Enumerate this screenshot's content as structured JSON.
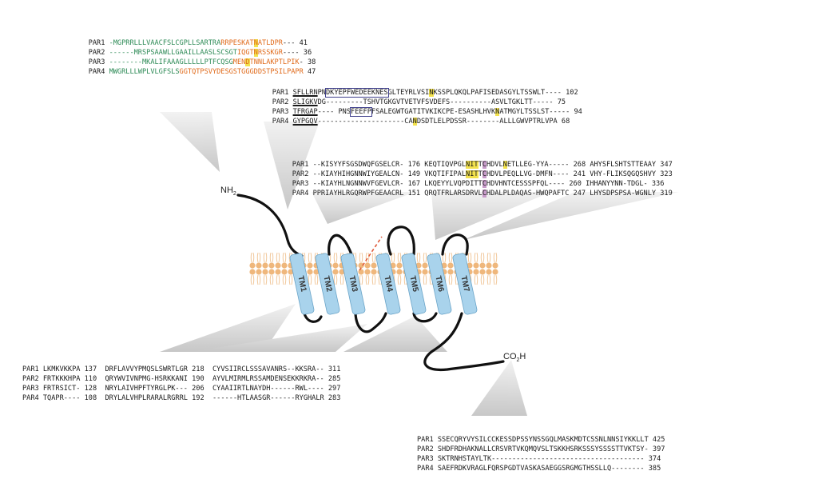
{
  "block_nterm": {
    "rows": [
      {
        "name": "PAR1 ",
        "green": "-MGPRRLLLVAACFSLCGPLLSARTRA",
        "orange_a": "RRPESKAT",
        "hl": "N",
        "orange_b": "ATLDPR",
        "end": "--- 41"
      },
      {
        "name": "PAR2 ",
        "green": "------MRSPSAAWLLGAAILLAASLSCSGT",
        "orange_a": "IQGT",
        "hl": "N",
        "orange_b": "RSSKGR",
        "end": "---- 36"
      },
      {
        "name": "PAR3 ",
        "green": "--------MKALIFAAAGLLLLLPTFCQSG",
        "orange_a": "MEN",
        "hl": "D",
        "orange_b": "TNNLAKPTLPIK",
        "end": "- 38"
      },
      {
        "name": "PAR4 ",
        "green": "MWGRLLLWPLVLGFSLS",
        "orange_a": "GGTQTPSVYDESGSTGGGDDSTPSILPAPR",
        "hl": "",
        "orange_b": "",
        "end": " 47"
      }
    ]
  },
  "block_ecl1_top": {
    "rows": [
      {
        "name": "PAR1 ",
        "ul": "SFLLRN",
        "a": "PN",
        "boxed": "DKYEPFWEDEEKNES",
        "b": "GLTEYRLVSI",
        "hl": "N",
        "c": "KSSPLQKQLPAFISEDASGYLTSSWLT",
        "end": "---- 102"
      },
      {
        "name": "PAR2 ",
        "ul": "SLIGKV",
        "a": "DG",
        "boxed": "",
        "b": "---------TSHVTGKGVTVETVFSVDEFS",
        "hl": "",
        "c": "----------ASVLTGKLTT",
        "end": "----- 75"
      },
      {
        "name": "PAR3 ",
        "ul": "TFRGAP",
        "a": "---- PNS",
        "boxed": "FEEFP",
        "b": "FSALEGWTGATITVKIKCPE-ESASHLHVK",
        "hl": "N",
        "c": "ATMGYLTSSLST",
        "end": "----- 94"
      },
      {
        "name": "PAR4 ",
        "ul": "GYPGQV",
        "a": "",
        "boxed": "",
        "b": "---------------------CA",
        "hl": "N",
        "c": "DSDTLELPDSSR--------ALLLGWVPTRLVPA",
        "end": " 68"
      }
    ]
  },
  "block_ecl2": {
    "rows": [
      {
        "name": "PAR1",
        "c1": " --KISYYFSGSDWQFGSELCR- 176 ",
        "c2a": "KEQTIQVPGL",
        "y1": "NIT",
        "c2b": "T",
        "p": "C",
        "c2c": "HDVL",
        "y2": "N",
        "c2d": "ETLLEG-YYA----- 268 ",
        "c3": "AHYSFLSHTSTTEAAY 347"
      },
      {
        "name": "PAR2",
        "c1": " --KIAYHIHGNNWIYGEALCN- 149 ",
        "c2a": "VKQTIFIPAL",
        "y1": "NIT",
        "c2b": "T",
        "p": "C",
        "c2c": "HDVLPEQLLVG-DMFN---- 241 ",
        "y2": "",
        "c2d": "",
        "c3": "VHY-FLIKSQGQSHVY 323"
      },
      {
        "name": "PAR3",
        "c1": " --KIAYHLNGNNWVFGEVLCR- 167 ",
        "c2a": "LKQEYYLVQPDITT",
        "y1": "",
        "c2b": "",
        "p": "C",
        "c2c": "HDVHNTCESSSPFQL---- 260 ",
        "y2": "",
        "c2d": "",
        "c3": "IHHANYYNN-TDGL- 336"
      },
      {
        "name": "PAR4",
        "c1": " PPRIAYHLRGQRWPFGEAACRL 151 ",
        "c2a": "QRQTFRLARSDRVL",
        "y1": "",
        "c2b": "",
        "p": "C",
        "c2c": "HDALPLDAQAS-HWQPAFTC 247 ",
        "y2": "",
        "c2d": "",
        "c3": "LHYSDPSPSA-WGNLY 319"
      }
    ]
  },
  "block_icl": {
    "rows": [
      {
        "text": "PAR1 LKMKVKKPA 137  DRFLAVVYPMQSLSWRTLGR 218  CYVSIIRCLSSSAVANRS--KKSRA-- 311"
      },
      {
        "text": "PAR2 FRTKKKHPA 110  QRYWVIVNPMG-HSRKKANI 190  AYVLMIRMLRSSAMDENSEKKRKRA-- 285"
      },
      {
        "text": "PAR3 FRTRSICT- 128  NRYLAIVHPFTYRGLPK--- 206  CYAAIIRTLNAYDH------RWL---- 297"
      },
      {
        "text": "PAR4 TQAPR---- 108  DRYLALVHPLRARALRGRRL 192  ------HTLAASGR------RYGHALR 283"
      }
    ]
  },
  "block_cterm": {
    "rows": [
      {
        "text": "PAR1 SSECQRYVYSILCCKESSDPSSYNSSGQLMASKMDTCSSNLNNSIYKKLLT 425"
      },
      {
        "text": "PAR2 SHDFRDHAKNALLCRSVRTVKQMQVSLTSKKHSRKSSSYSSSSTTVKTSY- 397"
      },
      {
        "text": "PAR3 SKTRNHSTAYLTK------------------------------------- 374"
      },
      {
        "text": "PAR4 SAEFRDKVRAGLFQRSPGDTVASKASAEGGSRGMGTHSSLLQ-------- 385"
      }
    ]
  },
  "labels": {
    "nh2": "NH",
    "nh2_sub": "2",
    "co2h_a": "CO",
    "co2h_sub": "2",
    "co2h_b": "H"
  },
  "tm": [
    "TM1",
    "TM2",
    "TM3",
    "TM4",
    "TM5",
    "TM6",
    "TM7"
  ],
  "colors": {
    "membrane": "#f2c89a",
    "helix": "#a9d3ec",
    "loop": "#111111",
    "disulfide": "#e05a3a",
    "callout": "#cfcfcf"
  }
}
